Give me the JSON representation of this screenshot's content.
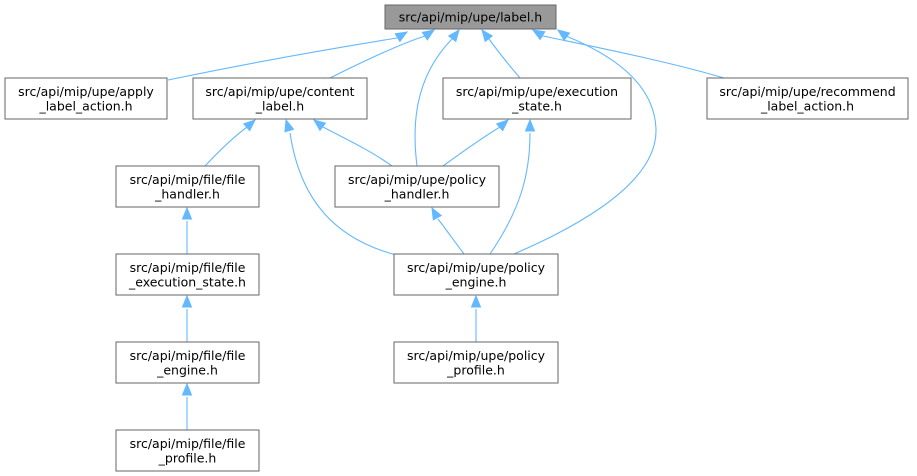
{
  "graph": {
    "colors": {
      "root_fill": "#999999",
      "node_fill": "#ffffff",
      "border": "#666666",
      "edge": "#63b8ff",
      "text": "#000000"
    },
    "nodes": [
      {
        "id": "label",
        "root": true,
        "lines": [
          "src/api/mip/upe/label.h"
        ]
      },
      {
        "id": "apply",
        "lines": [
          "src/api/mip/upe/apply",
          "_label_action.h"
        ]
      },
      {
        "id": "content",
        "lines": [
          "src/api/mip/upe/content",
          "_label.h"
        ]
      },
      {
        "id": "exec",
        "lines": [
          "src/api/mip/upe/execution",
          "_state.h"
        ]
      },
      {
        "id": "recommend",
        "lines": [
          "src/api/mip/upe/recommend",
          "_label_action.h"
        ]
      },
      {
        "id": "ffh",
        "lines": [
          "src/api/mip/file/file",
          "_handler.h"
        ]
      },
      {
        "id": "ph",
        "lines": [
          "src/api/mip/upe/policy",
          "_handler.h"
        ]
      },
      {
        "id": "fes",
        "lines": [
          "src/api/mip/file/file",
          "_execution_state.h"
        ]
      },
      {
        "id": "pe",
        "lines": [
          "src/api/mip/upe/policy",
          "_engine.h"
        ]
      },
      {
        "id": "ffe",
        "lines": [
          "src/api/mip/file/file",
          "_engine.h"
        ]
      },
      {
        "id": "pp",
        "lines": [
          "src/api/mip/upe/policy",
          "_profile.h"
        ]
      },
      {
        "id": "ffp",
        "lines": [
          "src/api/mip/file/file",
          "_profile.h"
        ]
      }
    ],
    "edges": [
      {
        "from": "apply",
        "to": "label"
      },
      {
        "from": "content",
        "to": "label"
      },
      {
        "from": "ph",
        "to": "label"
      },
      {
        "from": "exec",
        "to": "label"
      },
      {
        "from": "pe",
        "to": "label"
      },
      {
        "from": "recommend",
        "to": "label"
      },
      {
        "from": "ffh",
        "to": "content"
      },
      {
        "from": "ph",
        "to": "content"
      },
      {
        "from": "pe",
        "to": "content"
      },
      {
        "from": "ph",
        "to": "exec"
      },
      {
        "from": "pe",
        "to": "exec"
      },
      {
        "from": "fes",
        "to": "ffh"
      },
      {
        "from": "pe",
        "to": "ph"
      },
      {
        "from": "ffe",
        "to": "fes"
      },
      {
        "from": "pp",
        "to": "pe"
      },
      {
        "from": "ffp",
        "to": "ffe"
      }
    ]
  }
}
